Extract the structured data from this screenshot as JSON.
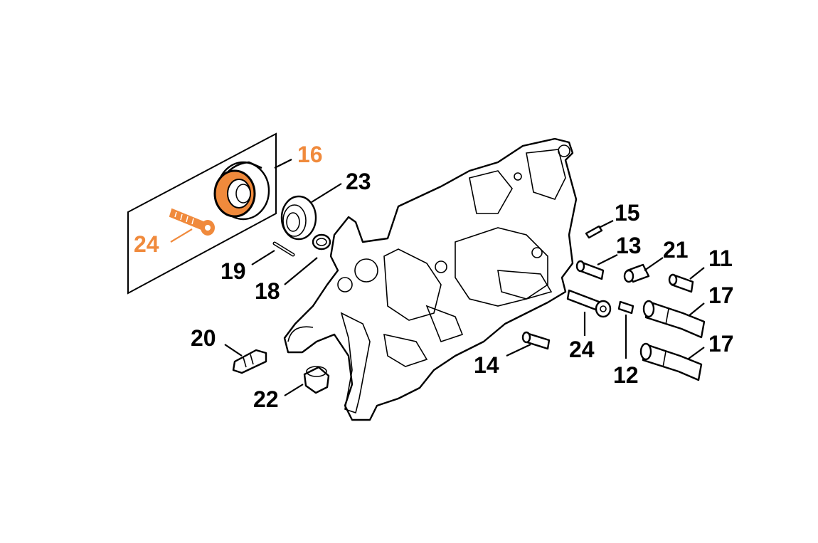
{
  "colors": {
    "highlight": "#f08a3c",
    "ink": "#000000",
    "background": "#ffffff"
  },
  "callouts": {
    "p16": "16",
    "p23": "23",
    "p24_hl": "24",
    "p19": "19",
    "p18": "18",
    "p15": "15",
    "p13": "13",
    "p21": "21",
    "p11": "11",
    "p17a": "17",
    "p17b": "17",
    "p24": "24",
    "p12": "12",
    "p14": "14",
    "p20": "20",
    "p22": "22"
  }
}
